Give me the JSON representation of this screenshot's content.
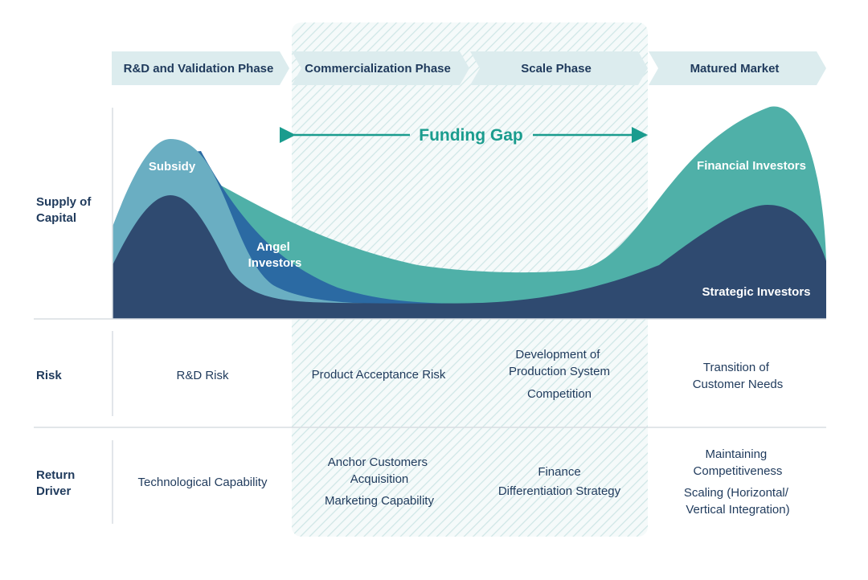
{
  "phases": [
    "R&D and Validation Phase",
    "Commercialization Phase",
    "Scale Phase",
    "Matured Market"
  ],
  "funding_gap": {
    "label": "Funding Gap"
  },
  "row_labels": {
    "supply": [
      "Supply of",
      "Capital"
    ],
    "risk": [
      "Risk"
    ],
    "return": [
      "Return",
      "Driver"
    ]
  },
  "areas": {
    "subsidy": {
      "label": "Subsidy",
      "color": "#6aaec2"
    },
    "angel": {
      "label": [
        "Angel",
        "Investors"
      ],
      "color": "#2b6aa3"
    },
    "financial": {
      "label": "Financial Investors",
      "color": "#4fb0a8"
    },
    "strategic": {
      "label": "Strategic Investors",
      "color": "#2f4a70"
    }
  },
  "risk": {
    "rd": [
      "R&D Risk"
    ],
    "commercialization": [
      "Product Acceptance Risk"
    ],
    "scale_1": [
      "Development of",
      "Production System"
    ],
    "scale_2": [
      "Competition"
    ],
    "matured": [
      "Transition of",
      "Customer Needs"
    ]
  },
  "return_driver": {
    "rd": [
      "Technological Capability"
    ],
    "commercialization_1": [
      "Anchor Customers",
      "Acquisition"
    ],
    "commercialization_2": [
      "Marketing Capability"
    ],
    "scale_1": [
      "Finance"
    ],
    "scale_2": [
      "Differentiation Strategy"
    ],
    "matured_1": [
      "Maintaining",
      "Competitiveness"
    ],
    "matured_2": [
      "Scaling (Horizontal/",
      "Vertical Integration)"
    ]
  },
  "colors": {
    "text": "#1f3a5c",
    "gap_accent": "#1a9c8e",
    "phase_band": "#dcecee",
    "hatch": "#cfe6e6"
  }
}
